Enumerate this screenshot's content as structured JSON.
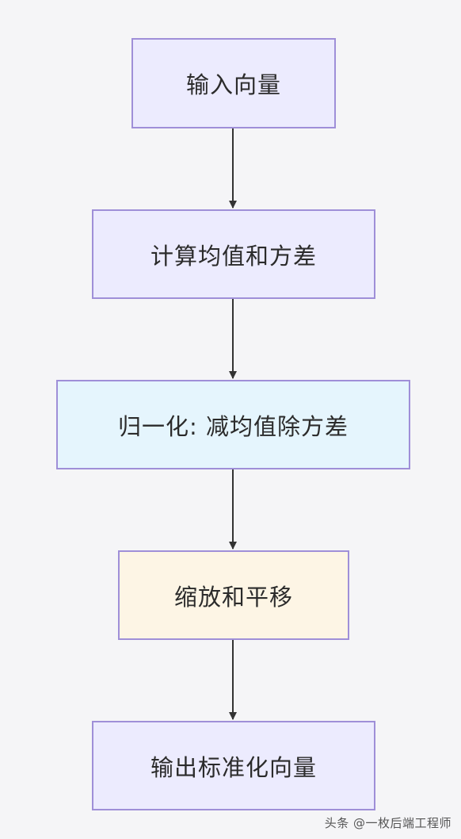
{
  "nodes": [
    {
      "id": "n1",
      "label": "输入向量"
    },
    {
      "id": "n2",
      "label": "计算均值和方差"
    },
    {
      "id": "n3",
      "label": "归一化: 减均值除方差"
    },
    {
      "id": "n4",
      "label": "缩放和平移"
    },
    {
      "id": "n5",
      "label": "输出标准化向量"
    }
  ],
  "edges": [
    {
      "from": "n1",
      "to": "n2"
    },
    {
      "from": "n2",
      "to": "n3"
    },
    {
      "from": "n3",
      "to": "n4"
    },
    {
      "from": "n4",
      "to": "n5"
    }
  ],
  "watermark": "头条 @一枚后端工程师",
  "colors": {
    "node_border": "#9f8fd8",
    "node_purple": "#ecebfe",
    "node_blue": "#e5f5fd",
    "node_cream": "#fdf5e5",
    "arrow": "#333333",
    "background": "#f5f5f7"
  }
}
